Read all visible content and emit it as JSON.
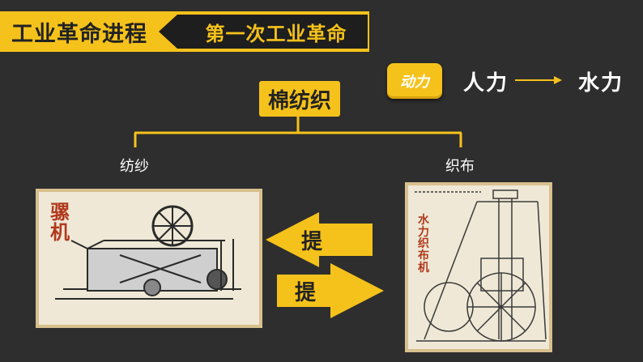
{
  "header": {
    "section_title": "工业革命进程",
    "subtitle": "第一次工业革命"
  },
  "power": {
    "badge": "动力",
    "from": "人力",
    "to": "水力"
  },
  "diagram": {
    "root": "棉纺织",
    "left_branch": "纺纱",
    "right_branch": "织布"
  },
  "left_image": {
    "caption": "骡机"
  },
  "right_image": {
    "caption": "水力织布机"
  },
  "arrows": {
    "left_label": "提",
    "right_label": "提"
  },
  "colors": {
    "accent": "#f5c21b",
    "background": "#2e2e2e",
    "dark_banner": "#1e1e1e",
    "caption_red": "#b0391d"
  }
}
